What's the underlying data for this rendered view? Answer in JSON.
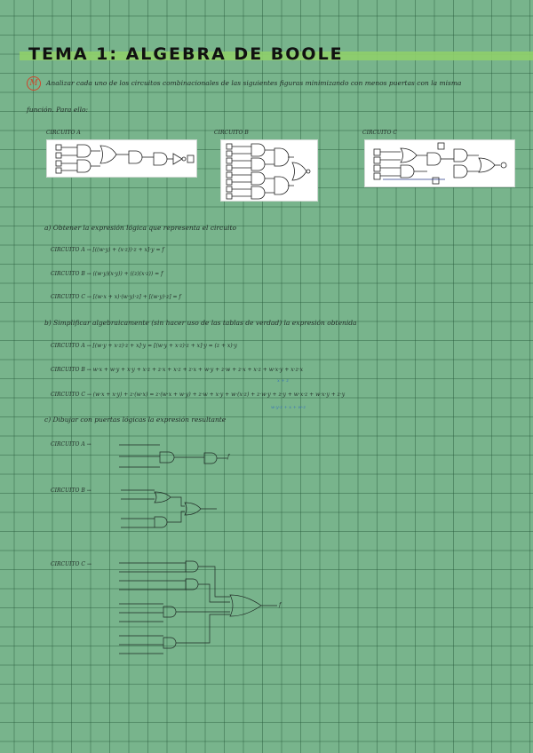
{
  "title": "TEMA 1: ALGEBRA DE BOOLE",
  "exercise": {
    "number": "M",
    "line1": "Analizar cada uno de los circuitos combinacionales de las siguientes figuras minimizando con menos puertas con la misma",
    "line2": "función. Para ello:"
  },
  "circuits": {
    "a_label": "CIRCUITO A",
    "b_label": "CIRCUITO B",
    "c_label": "CIRCUITO C"
  },
  "part_a": {
    "heading": "a) Obtener la expresión lógica que representa el circuito",
    "lines": [
      "CIRCUITO A → [((w·y) + (x·z))·z + x]·y = f",
      "CIRCUITO B → ((w·y)(x·y)) + ((z)(x·z)) = f",
      "CIRCUITO C → [(w·x + x)·(w·y)·z] + [(w·y)·z] = f"
    ]
  },
  "part_b": {
    "heading": "b) Simplificar algebraicamente (sin hacer uso de las tablas de verdad) la expresión obtenida",
    "lines": [
      "CIRCUITO A → [(w·y + x·z)·z + x]·y = [(w·y + x·z)·z + x]·y = (z + x)·y",
      "CIRCUITO B → w·x + w·y + x·y + x·z + z·x + x·z + z·x + w·y + z·w + z·x + x·z + w·x·y + x·z·x",
      "CIRCUITO C → (w·x + x·y) + z·(w·x) = z·(w·x + w·y) + z·w + x·y + w·(x·z) + z·w·y + z·y + w·x·z + w·x·y + z·y"
    ],
    "notes": [
      "x + z",
      "w·y·z + x + w·z"
    ]
  },
  "part_c": {
    "heading": "c) Dibujar con puertas lógicas la expresión resultante",
    "circuit_a": "CIRCUITO A →",
    "circuit_b": "CIRCUITO B →",
    "circuit_c": "CIRCUITO C →",
    "output": "f"
  }
}
